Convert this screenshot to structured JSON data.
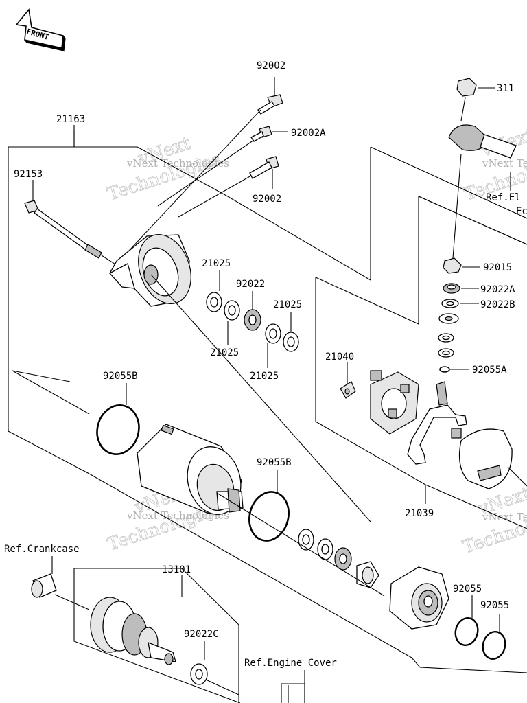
{
  "front_badge": "FRONT",
  "watermark": {
    "line1": "vNext",
    "line2": "Technologies",
    "caption": "vNext Technologies"
  },
  "labels": {
    "p92002_top": "92002",
    "p21163": "21163",
    "p92002A": "92002A",
    "p92153": "92153",
    "p92002_low": "92002",
    "p311": "311",
    "ref_electric": "Ref.El",
    "ref_electric_2": "Ec",
    "p21025_a": "21025",
    "p92022": "92022",
    "p21025_b": "21025",
    "p21025_c": "21025",
    "p21025_d": "21025",
    "p92015": "92015",
    "p92022A": "92022A",
    "p92022B": "92022B",
    "p21040": "21040",
    "p92055B_a": "92055B",
    "p92055A": "92055A",
    "p92055B_b": "92055B",
    "p21039": "21039",
    "ref_crankcase": "Ref.Crankcase",
    "p13101": "13101",
    "p92055_a": "92055",
    "p92055_b": "92055",
    "p92022C": "92022C",
    "ref_engine_cover": "Ref.Engine Cover"
  }
}
